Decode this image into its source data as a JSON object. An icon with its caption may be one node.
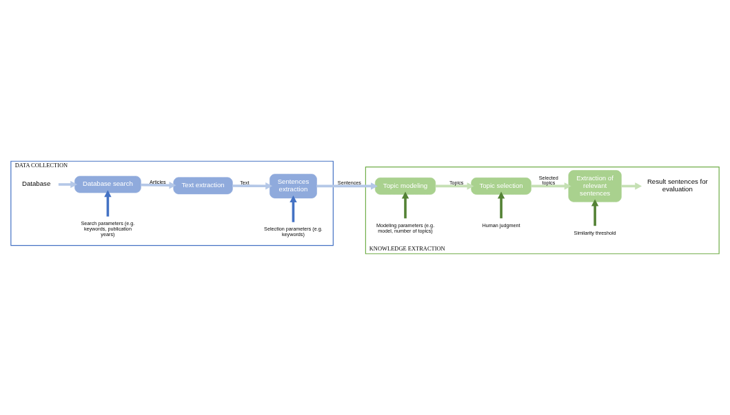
{
  "diagram": {
    "nodes": [
      {
        "text": [
          "DATA COLLECTION"
        ]
      },
      {
        "text": [
          "Search parameters (e.g. keywords, publication years)"
        ],
        "in": 0
      },
      {
        "text": [
          "Database"
        ],
        "in": 0
      },
      {
        "text": [
          "Database search"
        ],
        "in": 0
      },
      {
        "text": [
          "Text extraction"
        ],
        "in": 0
      },
      {
        "text": [
          "Selection parameters (e.g. keywords)"
        ],
        "in": 0
      },
      {
        "text": [
          "Sentences extraction"
        ],
        "in": 0
      },
      {
        "text": [
          "KNOWLEDGE EXTRACTION"
        ]
      },
      {
        "text": [
          "Topic modeling"
        ],
        "in": 7
      },
      {
        "text": [
          "Topic selection"
        ],
        "in": 7
      },
      {
        "text": [
          "Extraction of relevant sentences"
        ],
        "in": 7
      },
      {
        "text": [
          "Result sentences for evaluation"
        ],
        "in": 7
      },
      {
        "text": [
          "Modeling parameters (e.g. model, number of topics)"
        ],
        "in": 7
      },
      {
        "text": [
          "Human judgment"
        ],
        "in": 7
      },
      {
        "text": [
          "Similarity threshold"
        ],
        "in": 7
      }
    ],
    "edges": [
      {
        "from": 1,
        "to": 3,
        "arrow": "to",
        "color": "#4472c4"
      },
      {
        "from": 2,
        "to": 3,
        "arrow": "to",
        "color": "#b4c7e7"
      },
      {
        "from": 3,
        "to": 4,
        "arrow": "to",
        "label": "Articles",
        "color": "#b4c7e7"
      },
      {
        "from": 4,
        "to": 6,
        "arrow": "to",
        "label": "Text",
        "color": "#b4c7e7"
      },
      {
        "from": 5,
        "to": 6,
        "arrow": "to",
        "color": "#4472c4"
      },
      {
        "from": 6,
        "to": 8,
        "arrow": "to",
        "label": "Sentences",
        "color": "#b4c7e7"
      },
      {
        "from": 8,
        "to": 9,
        "arrow": "to",
        "label": "Topics",
        "color": "#c5e0b4"
      },
      {
        "from": 9,
        "to": 10,
        "arrow": "to",
        "label": "Selected topics",
        "color": "#c5e0b4"
      },
      {
        "from": 10,
        "to": 11,
        "arrow": "to",
        "color": "#c5e0b4"
      },
      {
        "from": 12,
        "to": 8,
        "arrow": "to",
        "color": "#548235"
      },
      {
        "from": 13,
        "to": 9,
        "arrow": "to",
        "color": "#548235"
      },
      {
        "from": 14,
        "to": 10,
        "arrow": "to",
        "color": "#548235"
      }
    ]
  }
}
